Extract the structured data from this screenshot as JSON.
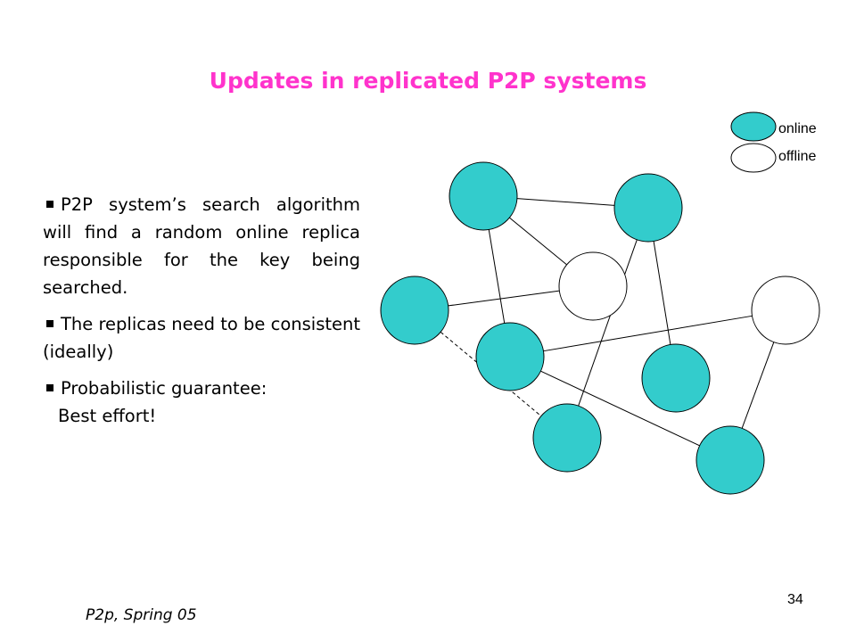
{
  "slide": {
    "title": "Updates in replicated P2P systems",
    "title_color": "#ff33cc",
    "bullets": [
      "P2P system’s search algorithm will find a random online replica responsible for the key being searched.",
      "The replicas need to be consistent (ideally)",
      "Probabilistic guarantee:"
    ],
    "bullet_continuation": "Best effort!",
    "footer": "P2p, Spring 05",
    "page_number": "34"
  },
  "legend": {
    "online_label": "online",
    "offline_label": "offline"
  },
  "colors": {
    "online": "#33cccc",
    "offline": "#ffffff",
    "stroke": "#000000"
  },
  "network": {
    "nodes": [
      {
        "id": "n1",
        "state": "online"
      },
      {
        "id": "n2",
        "state": "online"
      },
      {
        "id": "n3",
        "state": "offline"
      },
      {
        "id": "n4",
        "state": "online"
      },
      {
        "id": "n5",
        "state": "offline"
      },
      {
        "id": "n6",
        "state": "online"
      },
      {
        "id": "n7",
        "state": "online"
      },
      {
        "id": "n8",
        "state": "online"
      },
      {
        "id": "n9",
        "state": "online"
      }
    ],
    "edges": [
      {
        "from": "n1",
        "to": "n2",
        "style": "solid"
      },
      {
        "from": "n1",
        "to": "n3",
        "style": "solid"
      },
      {
        "from": "n1",
        "to": "n6",
        "style": "solid"
      },
      {
        "from": "n2",
        "to": "n7",
        "style": "solid"
      },
      {
        "from": "n2",
        "to": "n8",
        "style": "solid"
      },
      {
        "from": "n4",
        "to": "n3",
        "style": "solid"
      },
      {
        "from": "n6",
        "to": "n5",
        "style": "solid"
      },
      {
        "from": "n6",
        "to": "n9",
        "style": "solid"
      },
      {
        "from": "n5",
        "to": "n9",
        "style": "solid"
      },
      {
        "from": "n4",
        "to": "n8",
        "style": "dashed"
      }
    ]
  }
}
